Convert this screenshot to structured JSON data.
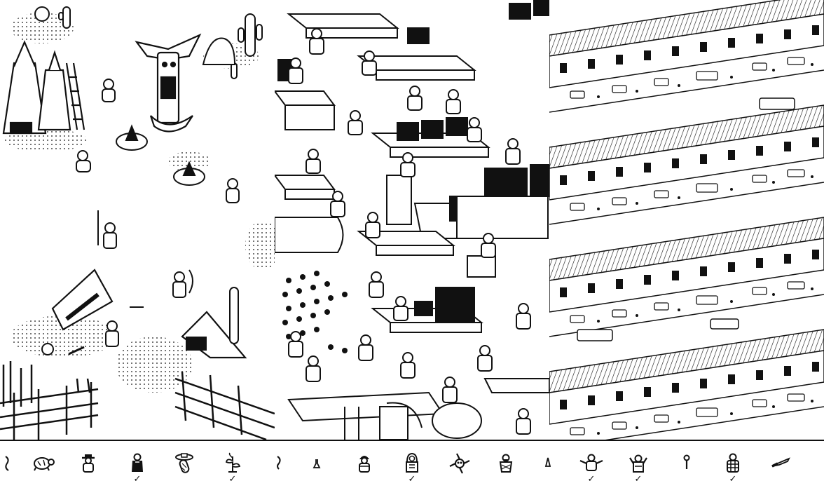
{
  "game": {
    "panels": [
      {
        "id": "desert"
      },
      {
        "id": "lab"
      },
      {
        "id": "town"
      }
    ]
  },
  "targets": [
    {
      "icon": "scroll-fragment-icon",
      "found": false,
      "check": ""
    },
    {
      "icon": "turtle-icon",
      "found": false,
      "check": ""
    },
    {
      "icon": "cowboy-hat-person-icon",
      "found": false,
      "check": ""
    },
    {
      "icon": "dark-robed-person-icon",
      "found": true,
      "check": "✓"
    },
    {
      "icon": "sombrero-cactus-icon",
      "found": false,
      "check": ""
    },
    {
      "icon": "plant-sprout-icon",
      "found": true,
      "check": "✓"
    },
    {
      "icon": "small-hook-icon",
      "found": false,
      "check": ""
    },
    {
      "icon": "small-flask-icon",
      "found": false,
      "check": ""
    },
    {
      "icon": "helmet-person-icon",
      "found": false,
      "check": ""
    },
    {
      "icon": "hooded-person-icon",
      "found": true,
      "check": "✓"
    },
    {
      "icon": "spinning-creature-icon",
      "found": false,
      "check": ""
    },
    {
      "icon": "bearded-person-icon",
      "found": false,
      "check": ""
    },
    {
      "icon": "cone-icon",
      "found": false,
      "check": ""
    },
    {
      "icon": "arms-out-person-icon",
      "found": true,
      "check": "✓"
    },
    {
      "icon": "cheering-person-icon",
      "found": true,
      "check": "✓"
    },
    {
      "icon": "wrench-icon",
      "found": false,
      "check": ""
    },
    {
      "icon": "plaid-shirt-person-icon",
      "found": true,
      "check": "✓"
    },
    {
      "icon": "knife-icon",
      "found": false,
      "check": ""
    }
  ],
  "colors": {
    "ink": "#111111",
    "paper": "#ffffff",
    "shade": "#9a9a9a"
  }
}
